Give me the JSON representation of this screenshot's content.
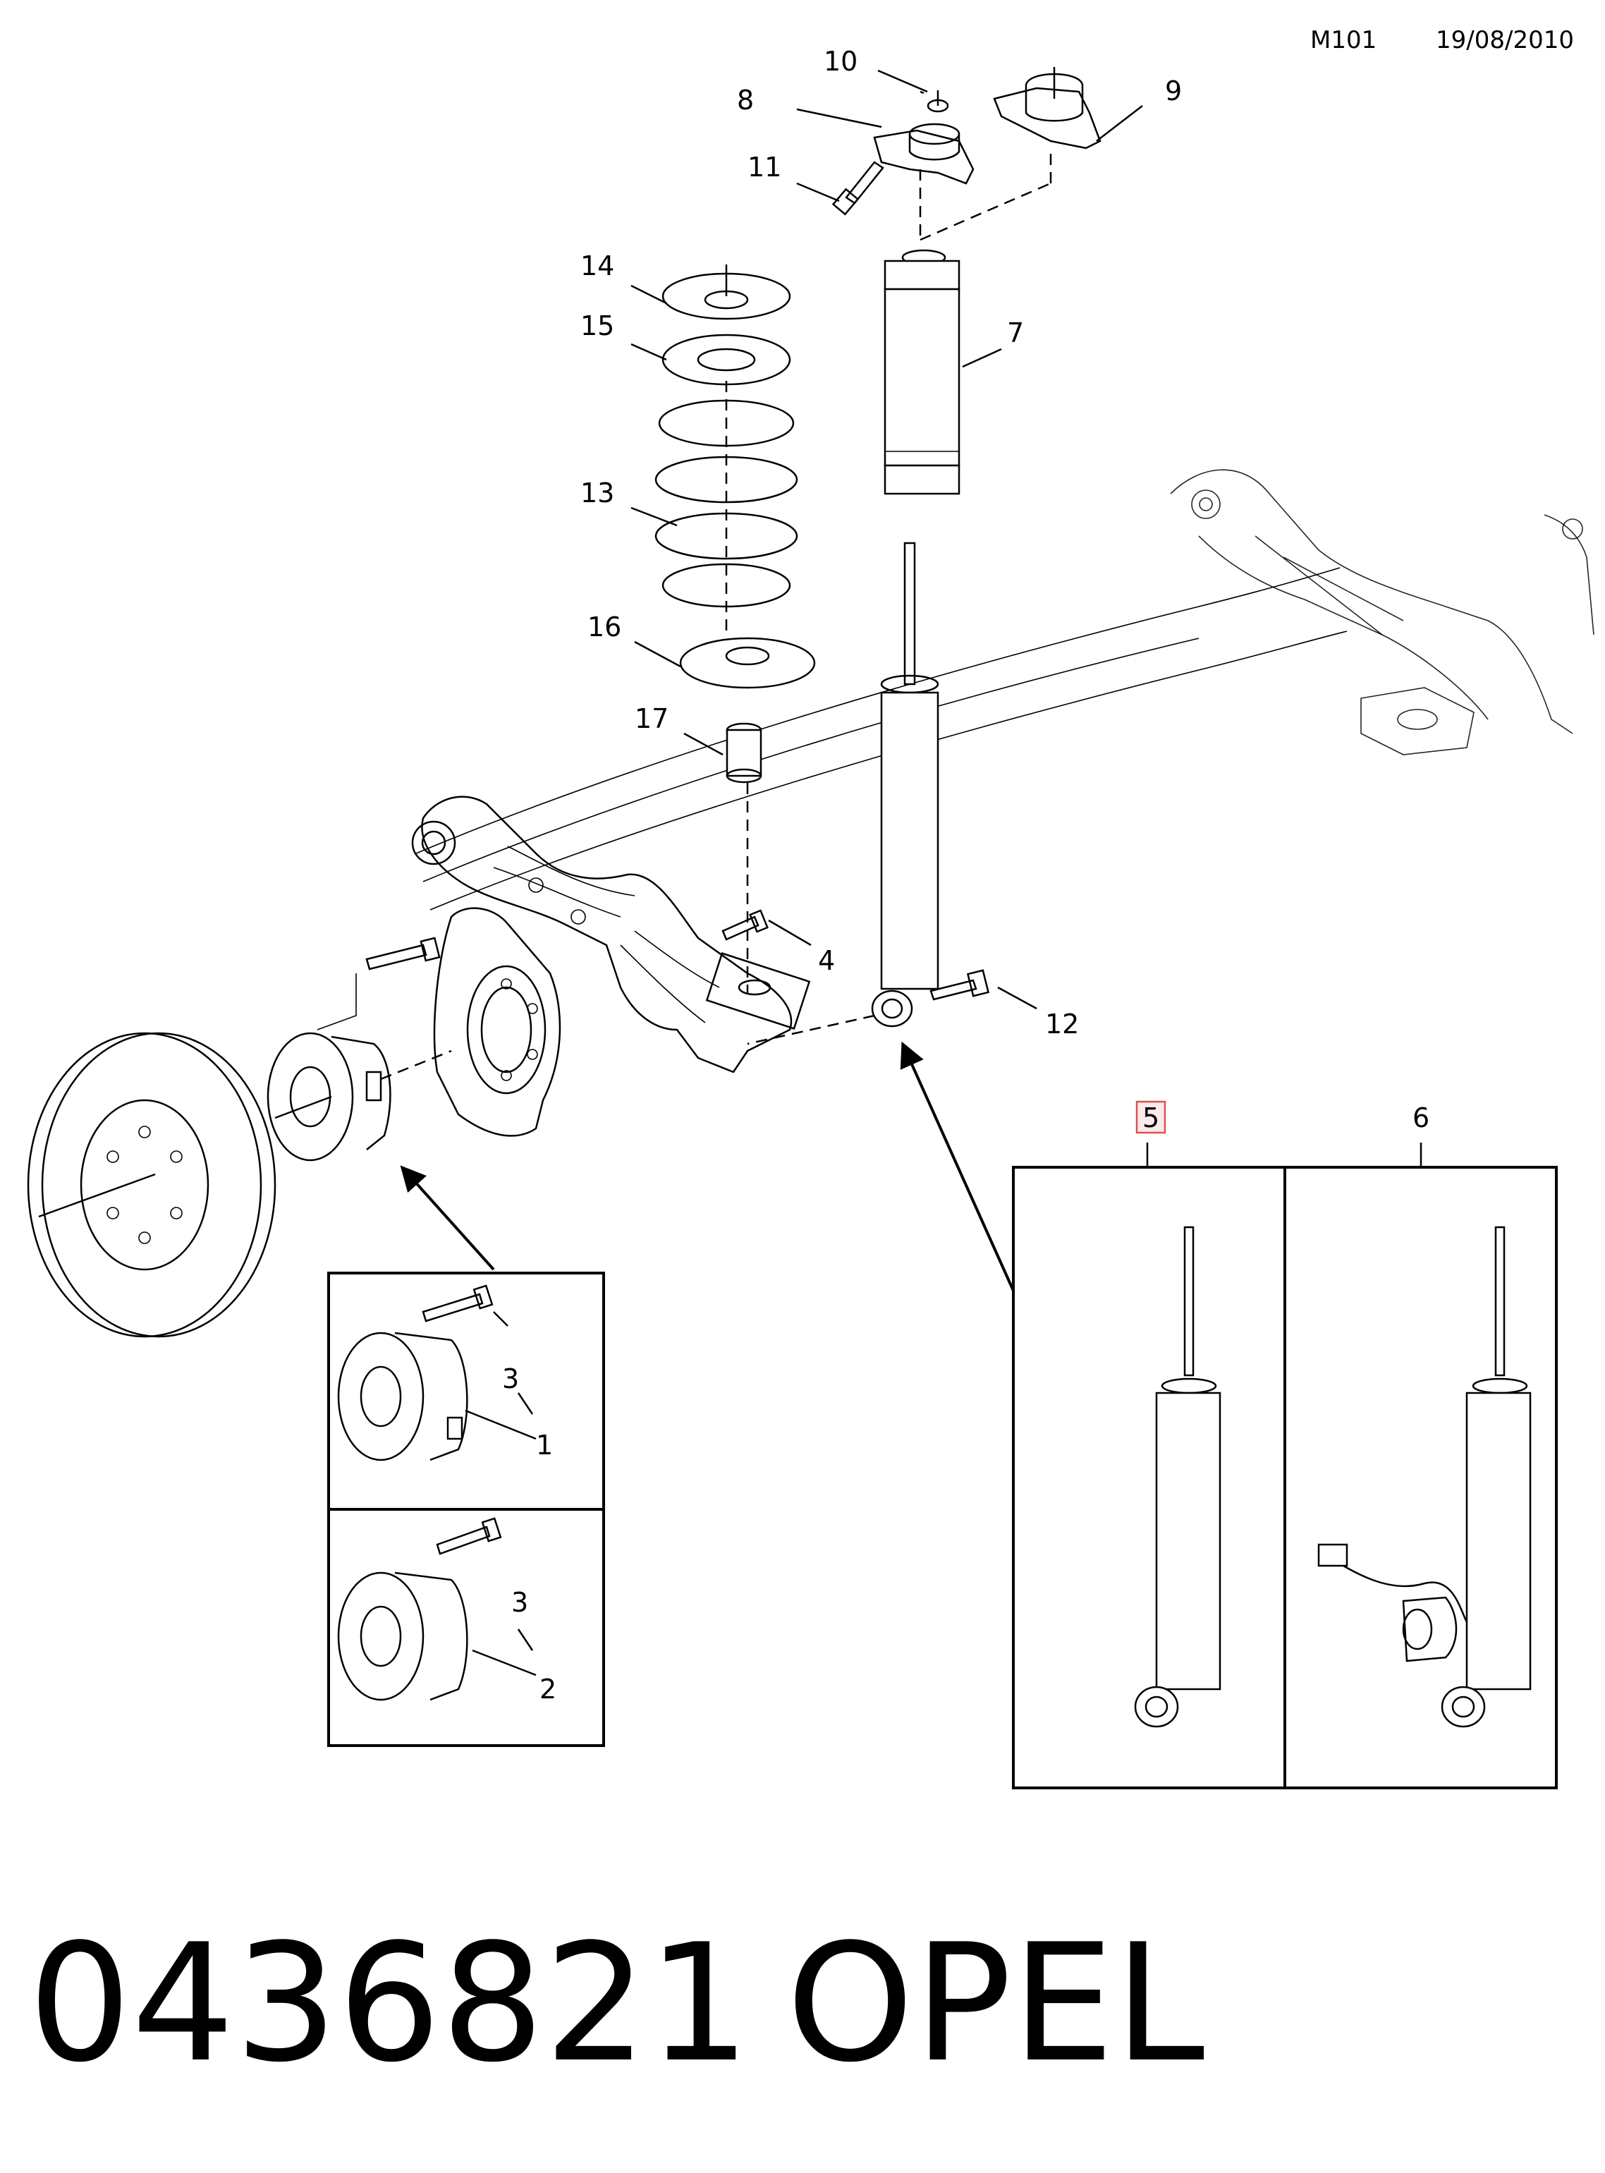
{
  "header": {
    "code": "M101",
    "date": "19/08/2010"
  },
  "callouts": {
    "c1": "1",
    "c2": "2",
    "c3a": "3",
    "c3b": "3",
    "c4": "4",
    "c5": "5",
    "c6": "6",
    "c7": "7",
    "c8": "8",
    "c9": "9",
    "c10": "10",
    "c11": "11",
    "c12": "12",
    "c13": "13",
    "c14": "14",
    "c15": "15",
    "c16": "16",
    "c17": "17"
  },
  "highlighted_callout": "5",
  "footer": {
    "part_number": "0436821",
    "brand": "OPEL"
  },
  "colors": {
    "line": "#000000",
    "highlight_border": "#d9534f",
    "highlight_fill": "#fde8ea"
  }
}
